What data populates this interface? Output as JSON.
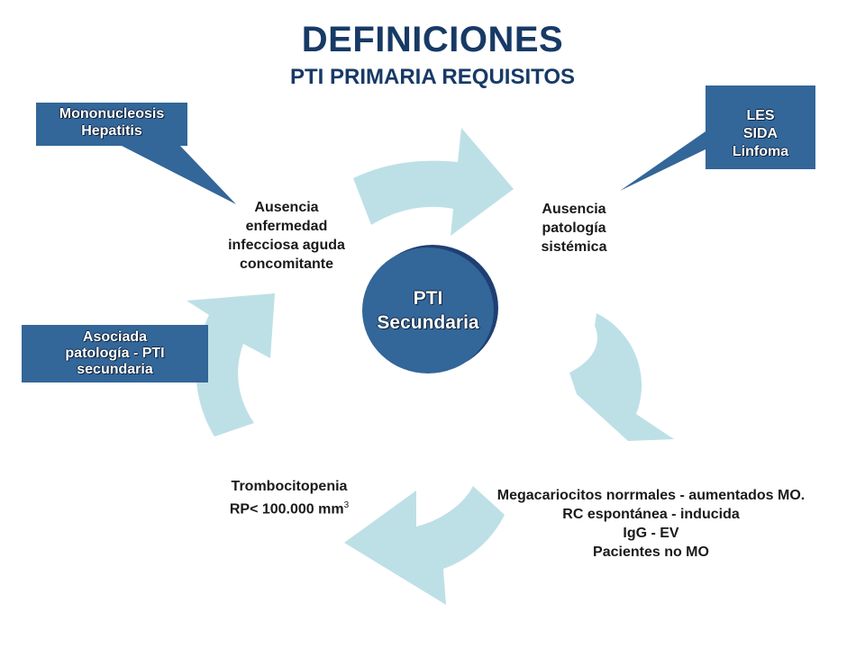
{
  "title": "DEFINICIONES",
  "subtitle": "PTI PRIMARIA REQUISITOS",
  "center": {
    "line1": "PTI",
    "line2": "Secundaria"
  },
  "nodes": {
    "infection": [
      "Ausencia",
      "enfermedad",
      "infecciosa aguda",
      "concomitante"
    ],
    "systemic": [
      "Ausencia",
      "patología",
      "sistémica"
    ],
    "megakaryocytes": [
      "Megacariocitos  norrmales - aumentados MO.",
      "RC espontánea - inducida",
      "IgG - EV",
      "Pacientes no MO"
    ],
    "thrombocytopenia": {
      "line1": "Trombocitopenia",
      "line2": "RP< 100.000 mm",
      "exponent": "3"
    }
  },
  "callouts": {
    "mononucleosis": [
      "Mononucleosis",
      "Hepatitis"
    ],
    "les": [
      "LES",
      "SIDA",
      "Linfoma"
    ],
    "asociada": [
      "Asociada",
      "patología - PTI",
      "secundaria"
    ]
  },
  "colors": {
    "arrow": "#bde0e6",
    "box": "#336699",
    "ellipse": "#336699",
    "ellipse_shadow": "#1f3f73",
    "title": "#173a66"
  }
}
